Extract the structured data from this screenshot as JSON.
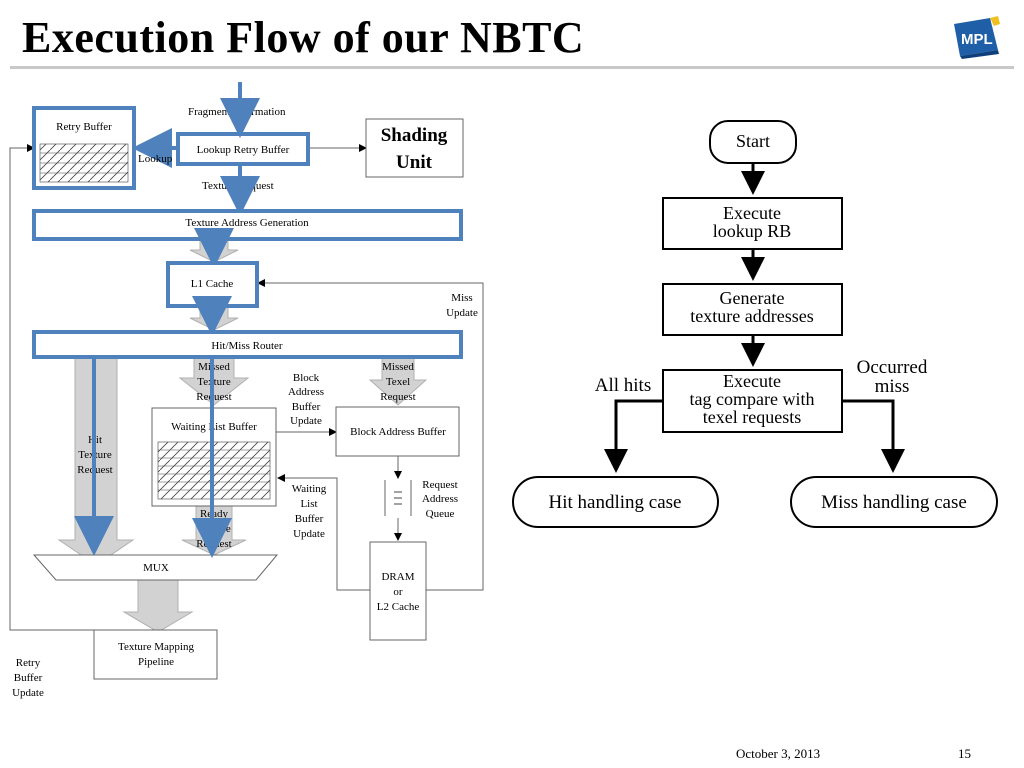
{
  "slide": {
    "title": "Execution Flow of our NBTC",
    "logo_text": "MPL",
    "date": "October 3, 2013",
    "page_number": "15"
  },
  "architecture": {
    "fragment_information": "Fragment Information",
    "retry_buffer": "Retry Buffer",
    "lookup": "Lookup",
    "lookup_retry_buffer": "Lookup Retry Buffer",
    "shading_unit_line1": "Shading",
    "shading_unit_line2": "Unit",
    "texture_request": "Texture Request",
    "texture_address_generation": "Texture Address Generation",
    "l1_cache": "L1 Cache",
    "miss_update_line1": "Miss",
    "miss_update_line2": "Update",
    "hit_miss_router": "Hit/Miss Router",
    "missed_texture_request": [
      "Missed",
      "Texture",
      "Request"
    ],
    "block_address_buffer_update": [
      "Block",
      "Address",
      "Buffer",
      "Update"
    ],
    "missed_texel_request": [
      "Missed",
      "Texel",
      "Request"
    ],
    "waiting_list_buffer": "Waiting List Buffer",
    "block_address_buffer": "Block Address Buffer",
    "hit_texture_request": [
      "Hit",
      "Texture",
      "Request"
    ],
    "request_address_queue": [
      "Request",
      "Address",
      "Queue"
    ],
    "waiting_list_buffer_update": [
      "Waiting",
      "List",
      "Buffer",
      "Update"
    ],
    "ready_texture_request": [
      "Ready",
      "Texture",
      "Request"
    ],
    "mux": "MUX",
    "dram": [
      "DRAM",
      "or",
      "L2 Cache"
    ],
    "texture_mapping_pipeline": [
      "Texture Mapping",
      "Pipeline"
    ],
    "retry_buffer_update": [
      "Retry",
      "Buffer",
      "Update"
    ]
  },
  "flowchart": {
    "start": "Start",
    "execute_lookup": [
      "Execute",
      "lookup RB"
    ],
    "generate": [
      "Generate",
      "texture addresses"
    ],
    "tag_compare": [
      "Execute",
      "tag compare with",
      "texel requests"
    ],
    "all_hits": "All hits",
    "occurred_miss": [
      "Occurred",
      "miss"
    ],
    "hit_case": "Hit handling case",
    "miss_case": "Miss handling case"
  },
  "colors": {
    "highlight_blue": "#4f81bd",
    "gray_arrow": "#d0d0d0",
    "logo_blue": "#1f5fa8",
    "logo_accent": "#f0c020"
  }
}
